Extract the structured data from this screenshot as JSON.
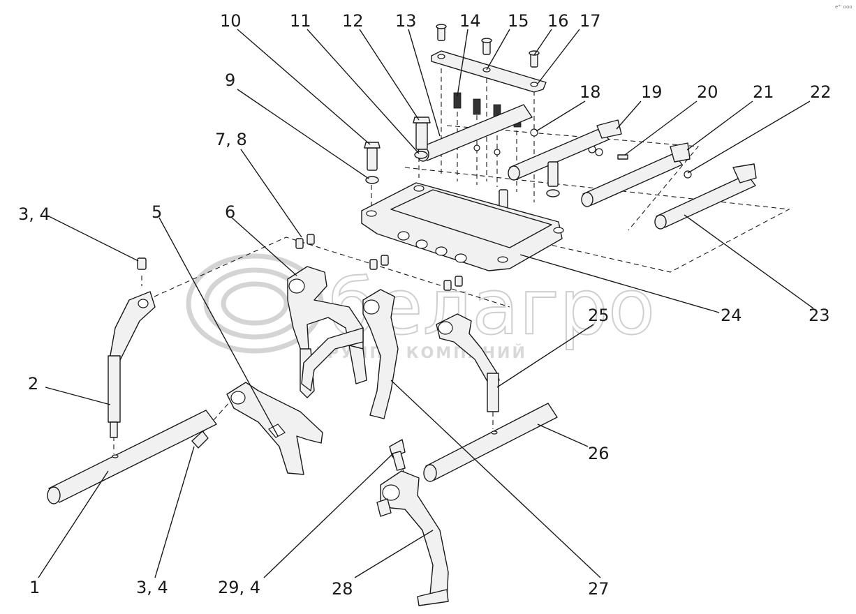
{
  "watermark": {
    "brand": "белагро",
    "subtitle": "ГРУППА КОМПАНИЙ"
  },
  "corner_mark": "е\"' ооо",
  "callouts": [
    {
      "id": "1",
      "text": "1"
    },
    {
      "id": "2",
      "text": "2"
    },
    {
      "id": "3-4-top",
      "text": "3, 4"
    },
    {
      "id": "3-4-bottom",
      "text": "3, 4"
    },
    {
      "id": "5",
      "text": "5"
    },
    {
      "id": "6",
      "text": "6"
    },
    {
      "id": "7-8",
      "text": "7, 8"
    },
    {
      "id": "9",
      "text": "9"
    },
    {
      "id": "10",
      "text": "10"
    },
    {
      "id": "11",
      "text": "11"
    },
    {
      "id": "12",
      "text": "12"
    },
    {
      "id": "13",
      "text": "13"
    },
    {
      "id": "14",
      "text": "14"
    },
    {
      "id": "15",
      "text": "15"
    },
    {
      "id": "16",
      "text": "16"
    },
    {
      "id": "17",
      "text": "17"
    },
    {
      "id": "18",
      "text": "18"
    },
    {
      "id": "19",
      "text": "19"
    },
    {
      "id": "20",
      "text": "20"
    },
    {
      "id": "21",
      "text": "21"
    },
    {
      "id": "22",
      "text": "22"
    },
    {
      "id": "23",
      "text": "23"
    },
    {
      "id": "24",
      "text": "24"
    },
    {
      "id": "25",
      "text": "25"
    },
    {
      "id": "26",
      "text": "26"
    },
    {
      "id": "27",
      "text": "27"
    },
    {
      "id": "28",
      "text": "28"
    },
    {
      "id": "29-4",
      "text": "29, 4"
    }
  ]
}
